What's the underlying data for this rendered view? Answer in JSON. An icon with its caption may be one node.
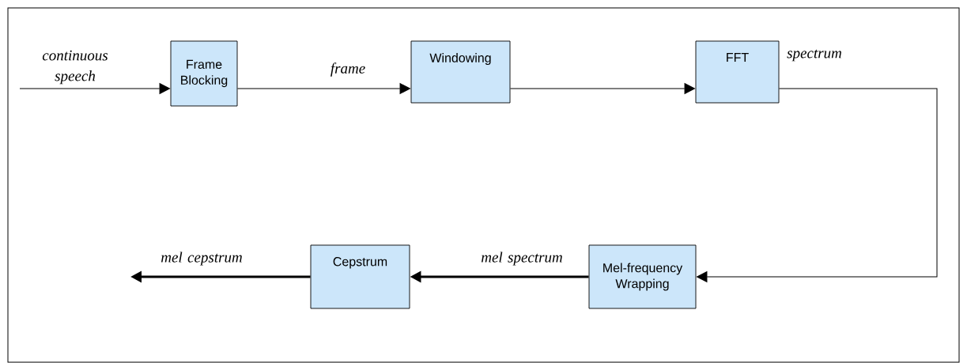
{
  "diagram": {
    "nodes": [
      {
        "text": [
          "Frame Blocking"
        ]
      },
      {
        "text": [
          "Windowing"
        ]
      },
      {
        "text": [
          "FFT"
        ]
      },
      {
        "text": [
          "Mel-frequency Wrapping"
        ]
      },
      {
        "text": [
          "Cepstrum"
        ]
      }
    ],
    "edges": [
      {
        "from": null,
        "to": 0,
        "arrow": "to",
        "label": "continuous speech"
      },
      {
        "from": 0,
        "to": 1,
        "arrow": "to",
        "label": "frame"
      },
      {
        "from": 1,
        "to": 2,
        "arrow": "to"
      },
      {
        "from": 2,
        "to": 3,
        "arrow": "to",
        "label": "spectrum"
      },
      {
        "from": 3,
        "to": 4,
        "arrow": "to",
        "label": "mel spectrum",
        "style": "thick"
      },
      {
        "from": 4,
        "to": null,
        "arrow": "to",
        "label": "mel cepstrum",
        "style": "thick"
      }
    ]
  }
}
